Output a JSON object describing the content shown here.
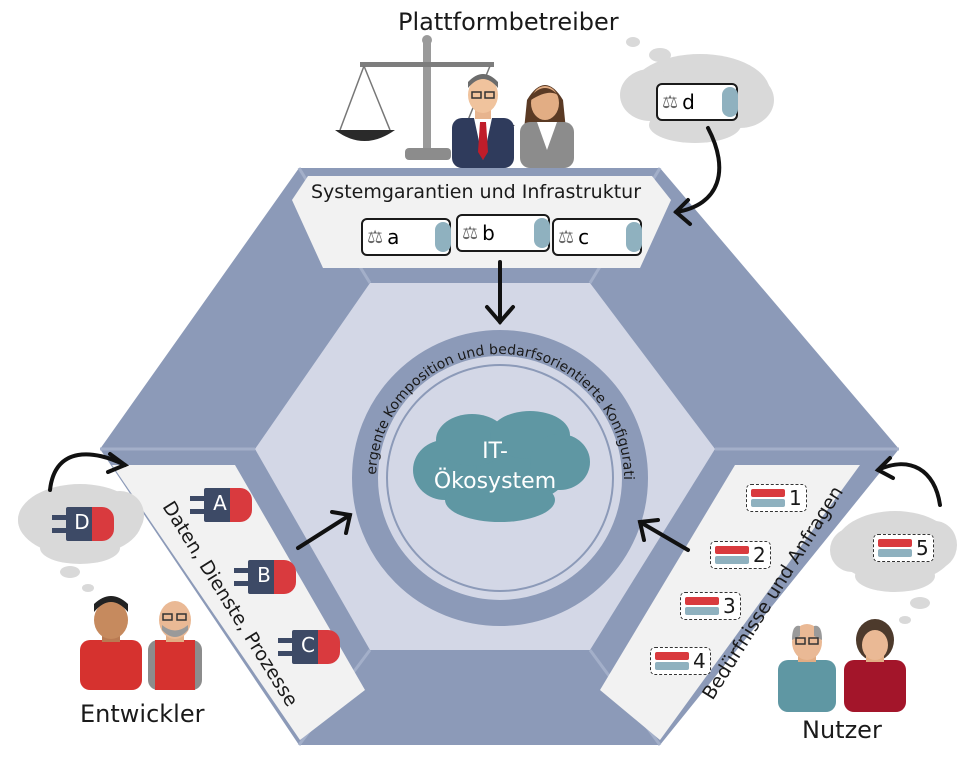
{
  "roles": {
    "operator": "Plattformbetreiber",
    "developer": "Entwickler",
    "user": "Nutzer"
  },
  "sections": {
    "top": "Systemgarantien und Infrastruktur",
    "left": "Daten, Dienste, Prozesse",
    "right": "Bedürfnisse und Anfragen"
  },
  "ring_text": "Emergente Komposition und bedarfsorientierte Konfiguration",
  "center": {
    "line1": "IT-",
    "line2": "Ökosystem"
  },
  "guarantees": [
    "a",
    "b",
    "c"
  ],
  "guarantee_new": "d",
  "components": [
    "A",
    "B",
    "C"
  ],
  "component_new": "D",
  "requests": [
    "1",
    "2",
    "3",
    "4"
  ],
  "request_new": "5",
  "colors": {
    "hex_outer": "#8c9ab8",
    "hex_inner": "#d3d7e6",
    "ring": "#8c9ab8",
    "cloud_center": "#5f97a3",
    "thought_cloud": "#d9d9d9",
    "component_body": "#3d4a66",
    "component_cap": "#d93a3e",
    "guarantee_cap": "#8fb1bf",
    "request_red": "#d93a3e",
    "request_blue": "#8fb1bf"
  },
  "icons": [
    "scales-icon",
    "businessman-icon",
    "businesswoman-icon",
    "developer-man-icon",
    "developer-bald-man-icon",
    "elderly-man-icon",
    "elderly-woman-icon",
    "thought-cloud-icon"
  ]
}
